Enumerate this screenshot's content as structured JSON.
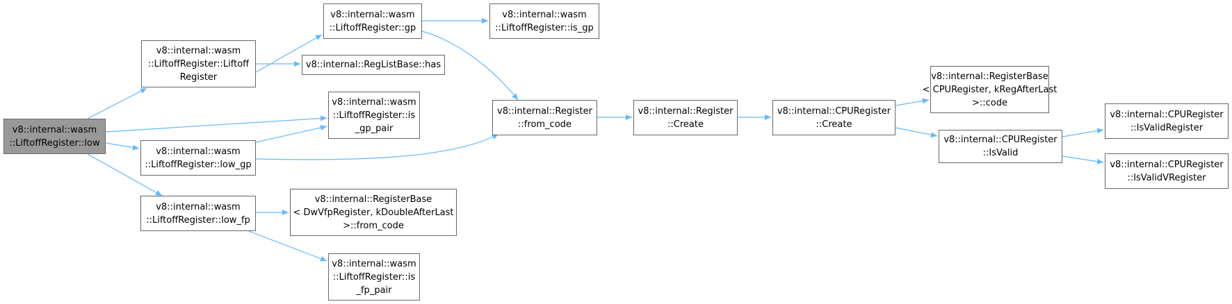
{
  "colors": {
    "edge": "#63b8ff",
    "node_border": "#666666",
    "root_fill": "#999999"
  },
  "nodes": {
    "low": "v8::internal::wasm\n::LiftoffRegister::low",
    "ctor": "v8::internal::wasm\n::LiftoffRegister::Liftoff\nRegister",
    "gp": "v8::internal::wasm\n::LiftoffRegister::gp",
    "is_gp": "v8::internal::wasm\n::LiftoffRegister::is_gp",
    "has": "v8::internal::RegListBase::has",
    "is_gp_pair": "v8::internal::wasm\n::LiftoffRegister::is\n_gp_pair",
    "low_gp": "v8::internal::wasm\n::LiftoffRegister::low_gp",
    "low_fp": "v8::internal::wasm\n::LiftoffRegister::low_fp",
    "dwvfp_from_code": "v8::internal::RegisterBase\n< DwVfpRegister, kDoubleAfterLast\n>::from_code",
    "is_fp_pair": "v8::internal::wasm\n::LiftoffRegister::is\n_fp_pair",
    "reg_from_code": "v8::internal::Register\n::from_code",
    "reg_create": "v8::internal::Register\n::Create",
    "cpu_create": "v8::internal::CPURegister\n::Create",
    "regbase_code": "v8::internal::RegisterBase\n< CPURegister, kRegAfterLast\n>::code",
    "cpu_isvalid": "v8::internal::CPURegister\n::IsValid",
    "is_valid_register": "v8::internal::CPURegister\n::IsValidRegister",
    "is_valid_vregister": "v8::internal::CPURegister\n::IsValidVRegister"
  }
}
